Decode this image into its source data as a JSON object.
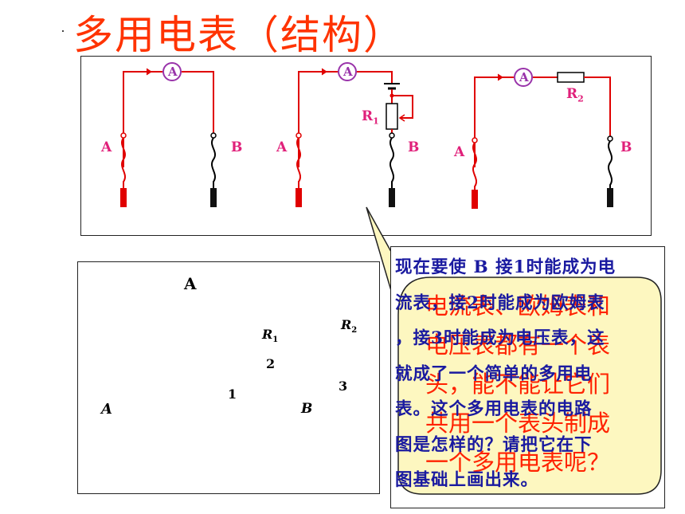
{
  "title": "多用电表（结构）",
  "colors": {
    "title": "#ff3300",
    "wire_red": "#e00000",
    "wire_black": "#000000",
    "label_pink": "#e0207a",
    "note_blue": "#1a1aa0",
    "bubble_fill": "#fdf7c0",
    "bubble_text": "#ff2200",
    "dash_orange": "#f09030"
  },
  "top_circuits": {
    "meter_label": "A",
    "terminal_a": "A",
    "terminal_b": "B",
    "r1_label": "R",
    "r1_sub": "1",
    "r2_label": "R",
    "r2_sub": "2"
  },
  "bottom_circuit": {
    "meter_label": "A",
    "terminal_a": "A",
    "terminal_b": "B",
    "r1_label": "R",
    "r1_sub": "1",
    "r2_label": "R",
    "r2_sub": "2",
    "pos1": "1",
    "pos2": "2",
    "pos3": "3"
  },
  "note": {
    "lines": [
      "现在要使 B 接1时能成为电",
      "流表，接2时能成为欧姆表",
      "，接3时能成为电压表，这",
      "就成了一个简单的多用电",
      "表。这个多用电表的电路",
      "图是怎样的？请把它在下",
      "图基础上画出来。"
    ]
  },
  "bubble": {
    "lines": [
      "电流表、欧姆表和",
      "电压表都有一个表",
      "头，能不能让它们",
      "共用一个表头制成",
      "一个多用电表呢？"
    ]
  }
}
